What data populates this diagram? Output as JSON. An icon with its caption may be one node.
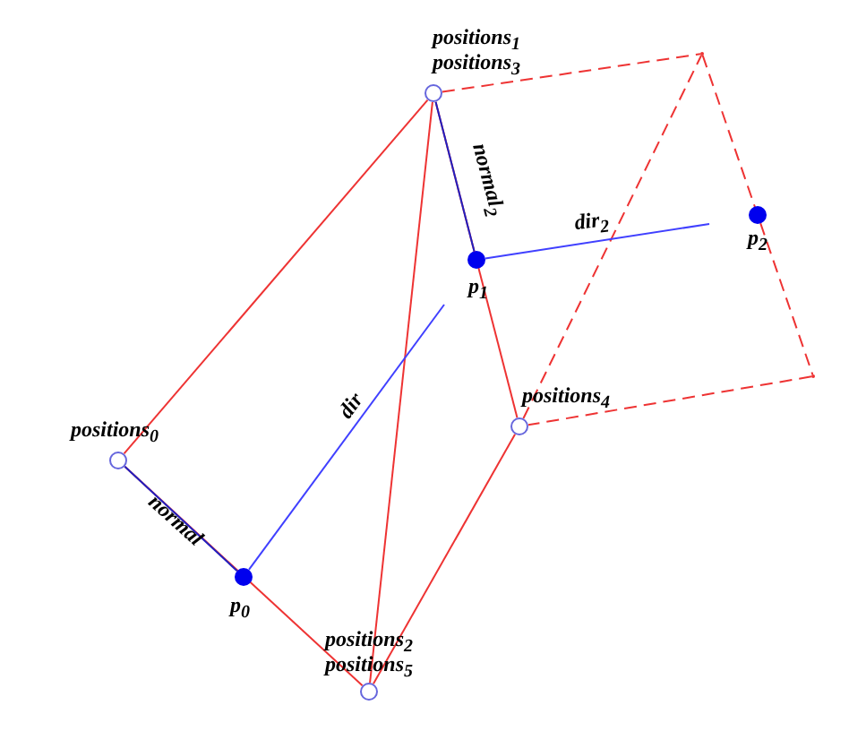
{
  "diagram": {
    "nodes": [
      {
        "text": [],
        "shape": "circle",
        "beside": [
          "positions$_{0}$"
        ]
      },
      {
        "text": [],
        "shape": "circle",
        "beside": [
          "positions$_{1}$",
          "positions$_{3}$"
        ]
      },
      {
        "text": [],
        "shape": "circle",
        "beside": [
          "positions$_{2}$",
          "positions$_{5}$"
        ]
      },
      {
        "text": [],
        "shape": "circle",
        "beside": [
          "positions$_{4}$"
        ]
      },
      {
        "text": [],
        "shape": "point"
      },
      {
        "text": [],
        "shape": "point"
      },
      {
        "text": [],
        "shape": "circle",
        "beside": [
          "p$_{0}$"
        ]
      },
      {
        "text": [],
        "shape": "circle",
        "beside": [
          "p$_{1}$"
        ]
      },
      {
        "text": [],
        "shape": "circle",
        "beside": [
          "p$_{2}$"
        ]
      }
    ],
    "edges": [
      {
        "from": 0,
        "to": 1,
        "arrow": "none"
      },
      {
        "from": 0,
        "to": 2,
        "arrow": "none"
      },
      {
        "from": 1,
        "to": 2,
        "arrow": "none"
      },
      {
        "from": 1,
        "to": 3,
        "arrow": "none"
      },
      {
        "from": 3,
        "to": 2,
        "arrow": "none"
      },
      {
        "from": 1,
        "to": 4,
        "arrow": "none",
        "style": "dashed"
      },
      {
        "from": 4,
        "to": 5,
        "arrow": "none",
        "style": "dashed"
      },
      {
        "from": 5,
        "to": 3,
        "arrow": "none",
        "style": "dashed"
      },
      {
        "from": 3,
        "to": 4,
        "arrow": "none",
        "style": "dashed"
      },
      {
        "from": 0,
        "to": 6,
        "arrow": "none",
        "label": "normal",
        "color": "#2020c0"
      },
      {
        "from": 6,
        "to": null,
        "arrow": "none",
        "label": "dir",
        "color": "#4040ff"
      },
      {
        "from": 1,
        "to": 7,
        "arrow": "none",
        "label": "normal$_{2}$",
        "color": "#2020c0"
      },
      {
        "from": 7,
        "to": null,
        "arrow": "none",
        "label": "dir$_{2}$",
        "color": "#4040ff"
      }
    ]
  }
}
